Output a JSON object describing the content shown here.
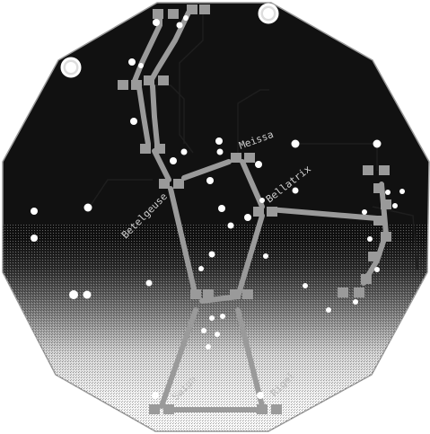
{
  "board": {
    "star_labels": [
      "Meissa",
      "Bellatrix",
      "Betelgeuse",
      "Saiph",
      "Rigel"
    ],
    "colors": {
      "fr4": "#111111",
      "trace": "#9a9a9a",
      "trace_hidden": "#1e1e1e",
      "pad": "#9a9a9a",
      "star_led": "#ffffff",
      "label": "#d0d0d0",
      "outline": "#999999"
    }
  }
}
